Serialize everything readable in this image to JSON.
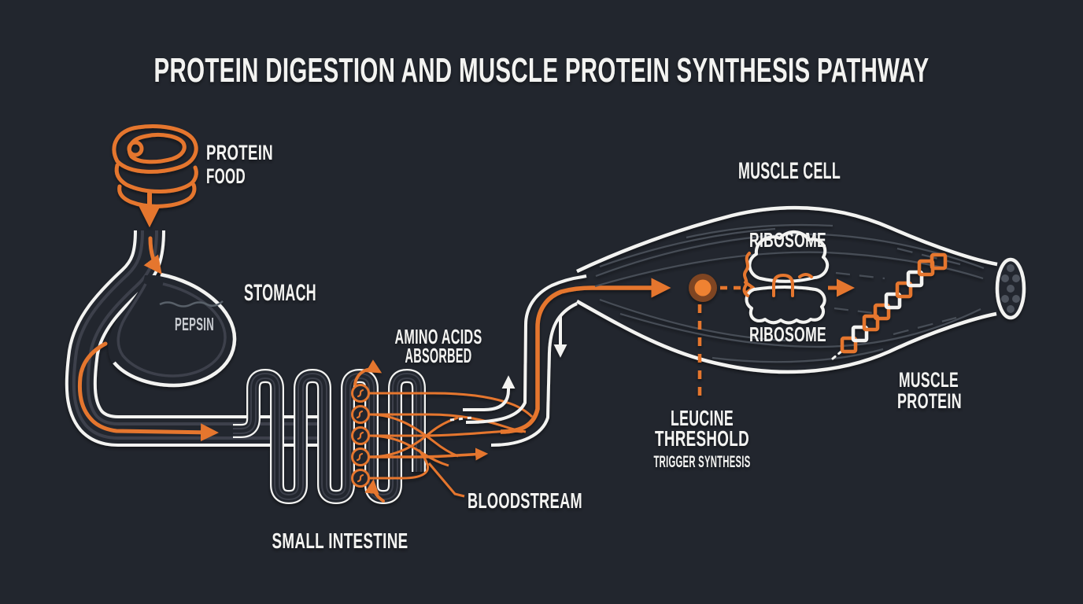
{
  "title": "PROTEIN DIGESTION AND MUSCLE PROTEIN SYNTHESIS PATHWAY",
  "labels": {
    "protein_food": [
      "PROTEIN",
      "FOOD"
    ],
    "stomach": "STOMACH",
    "pepsin": "PEPSIN",
    "amino_acids": [
      "AMINO ACIDS",
      "ABSORBED"
    ],
    "small_intestine": "SMALL INTESTINE",
    "bloodstream": "BLOODSTREAM",
    "muscle_cell": "MUSCLE CELL",
    "ribosome_top": "RIBOSOME",
    "ribosome_bottom": "RIBOSOME",
    "leucine": [
      "LEUCINE",
      "THRESHOLD",
      "TRIGGER SYNTHESIS"
    ],
    "muscle_protein": [
      "MUSCLE",
      "PROTEIN"
    ]
  },
  "icons": [
    "steak-icon",
    "stomach-icon",
    "small-intestine-icon",
    "amino-acid-icon",
    "bloodstream-vessel-icon",
    "muscle-cell-icon",
    "leucine-dot-icon",
    "ribosome-icon",
    "muscle-protein-chain-icon",
    "flow-arrow-icon"
  ],
  "colors": {
    "background": "#22262e",
    "orange": "#e5762e",
    "orange_bright": "#ef8233",
    "leucine_ring": "#7f4521",
    "white": "#f3f3f1",
    "tube_inner_gray": "#3c414b",
    "striation_gray": "#474d57",
    "myofibril_dot": "#4d535d",
    "pepsin_text": "#c9ccd1"
  }
}
